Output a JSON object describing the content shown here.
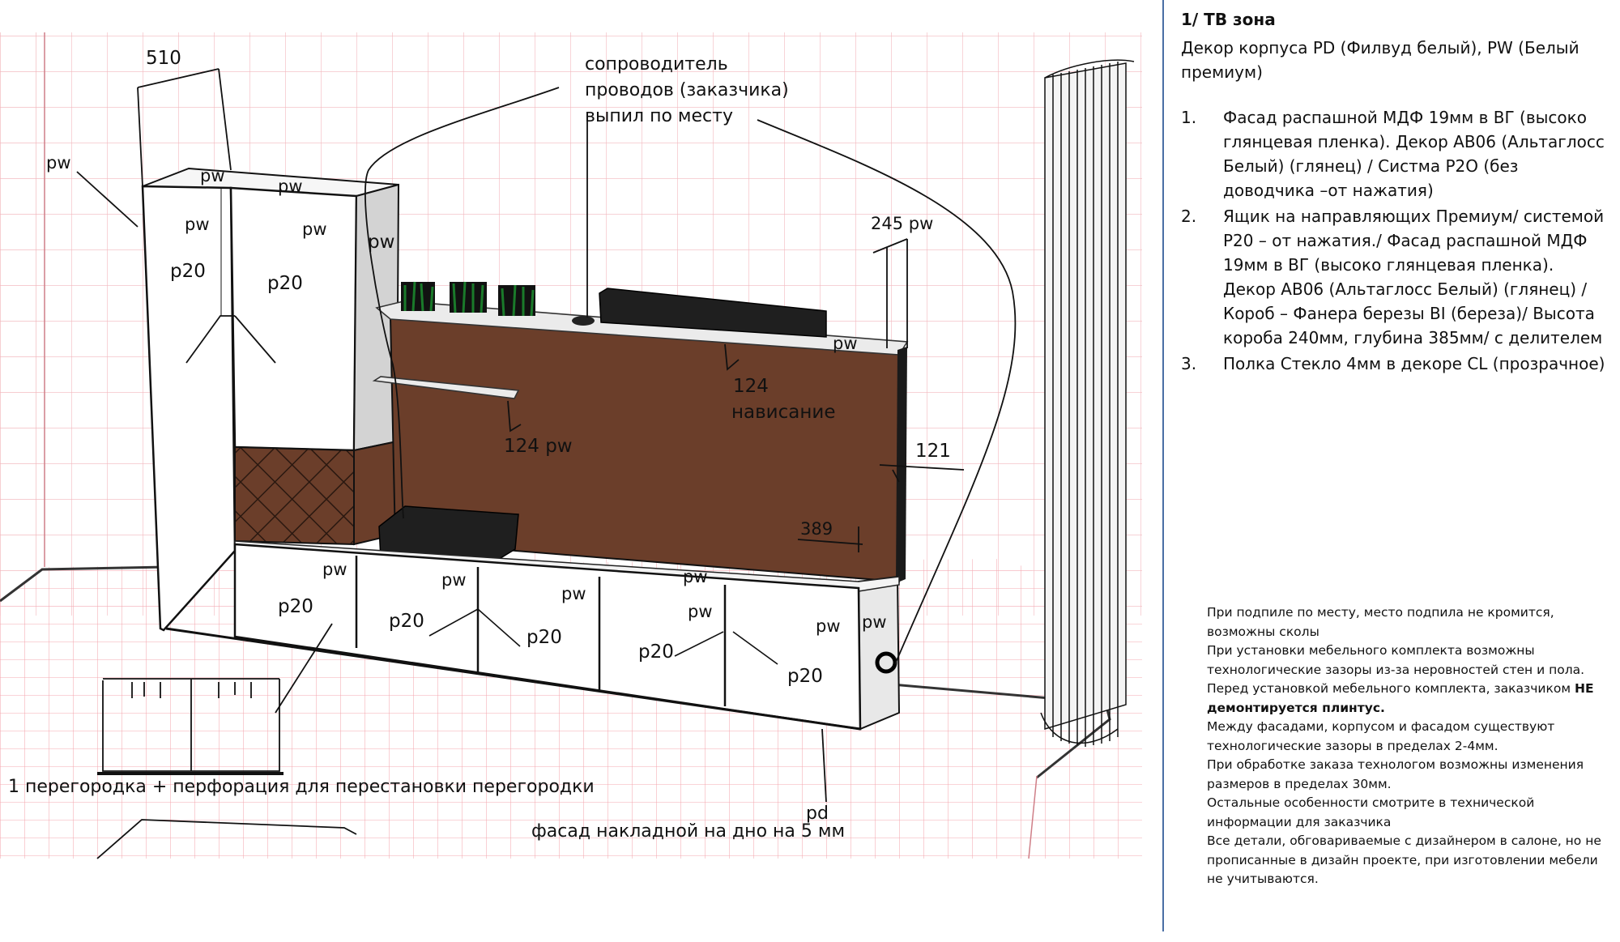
{
  "drawing": {
    "dims": {
      "d510": "510",
      "d245": "245 pw",
      "d124a": "124",
      "d124b": "124 pw",
      "d121": "121",
      "d389": "389",
      "overhang": "нависание"
    },
    "annotations": {
      "wire": "сопроводитель\nпроводов (заказчика)\nвыпил по месту",
      "partition": "1 перегородка + перфорация для перестановки перегородки",
      "facade_bottom": "фасад накладной на дно на 5 мм"
    },
    "labels": {
      "pw": "pw",
      "p20": "p20",
      "pd": "pd"
    }
  },
  "spec": {
    "title": "1/ ТВ зона",
    "decor": "Декор корпуса PD (Филвуд белый), PW (Белый премиум)",
    "items": [
      {
        "num": "1.",
        "text": "Фасад распашной МДФ 19мм в ВГ (высоко глянцевая пленка). Декор АВ06 (Альтаглосс Белый) (глянец) / Систма Р2О (без доводчика –от нажатия)"
      },
      {
        "num": "2.",
        "text": "Ящик на направляющих Премиум/ системой Р20 – от нажатия./ Фасад распашной МДФ 19мм в ВГ (высоко глянцевая пленка). Декор АВ06 (Альтаглосс Белый) (глянец) / Короб – Фанера березы BI (береза)/ Высота короба 240мм, глубина 385мм/ с делителем"
      },
      {
        "num": "3.",
        "text": "Полка Стекло 4мм в декоре CL (прозрачное)"
      }
    ]
  },
  "notes": {
    "n1": "При подпиле по месту, место подпила не кромится, возможны сколы",
    "n2": "При установки мебельного комплекта возможны технологические зазоры из-за неровностей стен и пола.",
    "n3_pre": "Перед установкой мебельного комплекта, заказчиком ",
    "n3_bold": "НЕ демонтируется плинтус.",
    "n4": "Между фасадами, корпусом и фасадом существуют технологические зазоры в пределах 2-4мм.",
    "n5": "При обработке заказа технологом возможны изменения размеров в пределах 30мм.",
    "n6": "Остальные особенности смотрите в технической информации для заказчика",
    "n7": "Все детали, обговариваемые с дизайнером в салоне, но не прописанные в дизайн проекте, при изготовлении мебели не учитываются."
  },
  "colors": {
    "grid": "#f2b8bd",
    "wood": "#6b3e2a",
    "black": "#222222",
    "divider": "#4a6fa5"
  }
}
